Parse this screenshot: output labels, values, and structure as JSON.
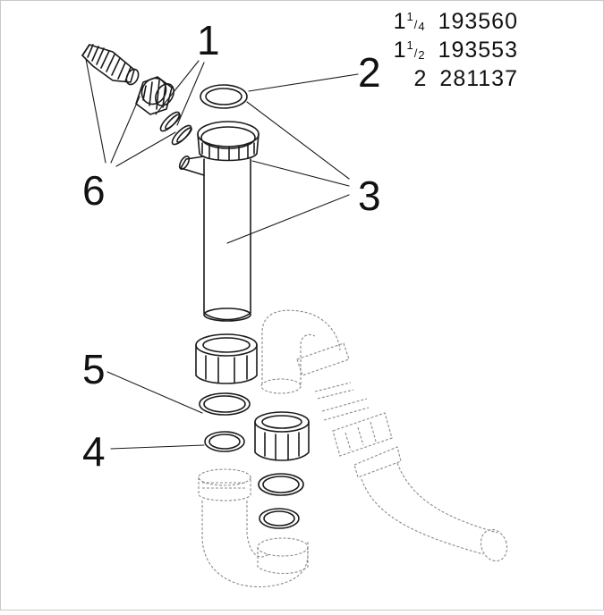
{
  "callouts": {
    "c1": "1",
    "c2": "2",
    "c3": "3",
    "c4": "4",
    "c5": "5",
    "c6": "6"
  },
  "parts_table": {
    "rows": [
      {
        "size_whole": "1",
        "size_num": "1",
        "size_den": "4",
        "part_number": "193560"
      },
      {
        "size_whole": "1",
        "size_num": "1",
        "size_den": "2",
        "part_number": "193553"
      },
      {
        "size_whole": "2",
        "size_num": "",
        "size_den": "",
        "part_number": "281137"
      }
    ]
  },
  "colors": {
    "line": "#1a1a1a",
    "faded_line": "#8a8a8a",
    "background": "#ffffff"
  }
}
